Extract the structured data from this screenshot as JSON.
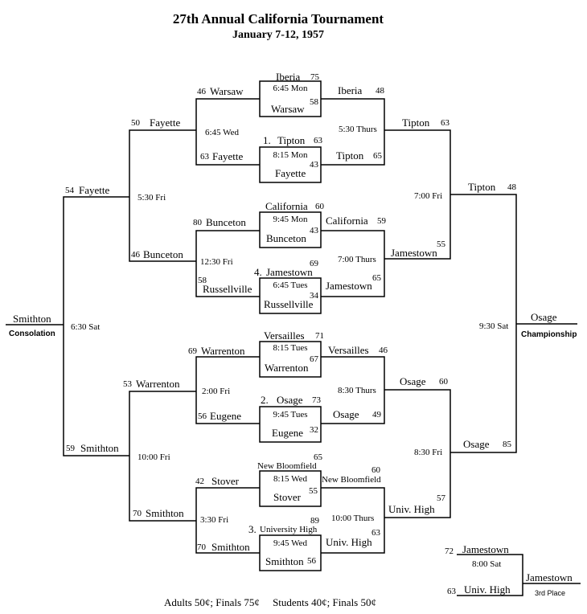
{
  "title": "27th Annual California Tournament",
  "subtitle": "January 7-12, 1957",
  "footer": "Adults 50¢; Finals 75¢     Students 40¢; Finals 50¢",
  "labels": {
    "consolation": "Consolation",
    "championship": "Championship",
    "third_place": "3rd Place"
  },
  "games": {
    "g1": {
      "top_team": "Iberia",
      "top_score": "75",
      "time": "6:45 Mon",
      "bot_team": "Warsaw",
      "bot_score": "58"
    },
    "g2": {
      "seed": "1.",
      "top_team": "Tipton",
      "top_score": "63",
      "time": "8:15 Mon",
      "bot_team": "Fayette",
      "bot_score": "43"
    },
    "g3": {
      "top_team": "California",
      "top_score": "60",
      "time": "9:45 Mon",
      "bot_team": "Bunceton",
      "bot_score": "43"
    },
    "g4": {
      "seed": "4.",
      "top_team": "Jamestown",
      "top_score": "69",
      "time": "6:45 Tues",
      "bot_team": "Russellville",
      "bot_score": "34"
    },
    "g5": {
      "top_team": "Versailles",
      "top_score": "71",
      "time": "8:15 Tues",
      "bot_team": "Warrenton",
      "bot_score": "67"
    },
    "g6": {
      "seed": "2.",
      "top_team": "Osage",
      "top_score": "73",
      "time": "9:45 Tues",
      "bot_team": "Eugene",
      "bot_score": "32"
    },
    "g7": {
      "top_team": "New Bloomfield",
      "top_score": "65",
      "time": "8:15 Wed",
      "bot_team": "Stover",
      "bot_score": "55"
    },
    "g8": {
      "seed": "3.",
      "top_team": "University High",
      "top_score": "89",
      "time": "9:45 Wed",
      "bot_team": "Smithton",
      "bot_score": "56"
    }
  },
  "winners_r1": {
    "w1": {
      "team": "Iberia",
      "score": "48"
    },
    "w2": {
      "team": "Tipton",
      "score": "65"
    },
    "w3": {
      "team": "California",
      "score": "59"
    },
    "w4": {
      "team": "Jamestown",
      "score": "65"
    },
    "w5": {
      "team": "Versailles",
      "score": "46"
    },
    "w6": {
      "team": "Osage",
      "score": "49"
    },
    "w7": {
      "team": "New Bloomfield",
      "score": "60"
    },
    "w8": {
      "team": "Univ. High",
      "score": "63"
    }
  },
  "winners_r2": {
    "time_a": "5:30 Thurs",
    "a_top": {
      "team": "Tipton",
      "score": "63"
    },
    "time_b": "7:00 Thurs",
    "b_bot": {
      "team": "Jamestown",
      "score": "55"
    },
    "time_c": "8:30 Thurs",
    "c_top": {
      "team": "Osage",
      "score": "60"
    },
    "time_d": "10:00 Thurs",
    "d_bot": {
      "team": "Univ. High",
      "score": "57"
    }
  },
  "winners_semis": {
    "time_top": "7:00 Fri",
    "top": {
      "team": "Tipton",
      "score": "48"
    },
    "time_bot": "8:30 Fri",
    "bot": {
      "team": "Osage",
      "score": "85"
    }
  },
  "championship": {
    "time": "9:30 Sat",
    "team": "Osage"
  },
  "losers_r1": {
    "a_top": {
      "score": "46",
      "team": "Warsaw"
    },
    "a_bot": {
      "score": "63",
      "team": "Fayette"
    },
    "a_time": "6:45 Wed",
    "b_top": {
      "score": "80",
      "team": "Bunceton"
    },
    "b_bot": {
      "score": "58",
      "team": "Russellville"
    },
    "b_time": "12:30 Fri",
    "c_top": {
      "score": "69",
      "team": "Warrenton"
    },
    "c_bot": {
      "score": "56",
      "team": "Eugene"
    },
    "c_time": "2:00 Fri",
    "d_top": {
      "score": "42",
      "team": "Stover"
    },
    "d_bot": {
      "score": "70",
      "team": "Smithton"
    },
    "d_time": "3:30 Fri"
  },
  "losers_r2": {
    "top_top": {
      "score": "50",
      "team": "Fayette"
    },
    "top_bot": {
      "score": "46",
      "team": "Bunceton"
    },
    "top_time": "5:30 Fri",
    "bot_top": {
      "score": "53",
      "team": "Warrenton"
    },
    "bot_bot": {
      "score": "70",
      "team": "Smithton"
    },
    "bot_time": "10:00 Fri"
  },
  "losers_final": {
    "top": {
      "score": "54",
      "team": "Fayette"
    },
    "bot": {
      "score": "59",
      "team": "Smithton"
    },
    "time": "6:30 Sat",
    "champion": "Smithton"
  },
  "third_place": {
    "top": {
      "score": "72",
      "team": "Jamestown"
    },
    "bot": {
      "score": "63",
      "team": "Univ. High"
    },
    "time": "8:00 Sat",
    "winner": "Jamestown"
  }
}
